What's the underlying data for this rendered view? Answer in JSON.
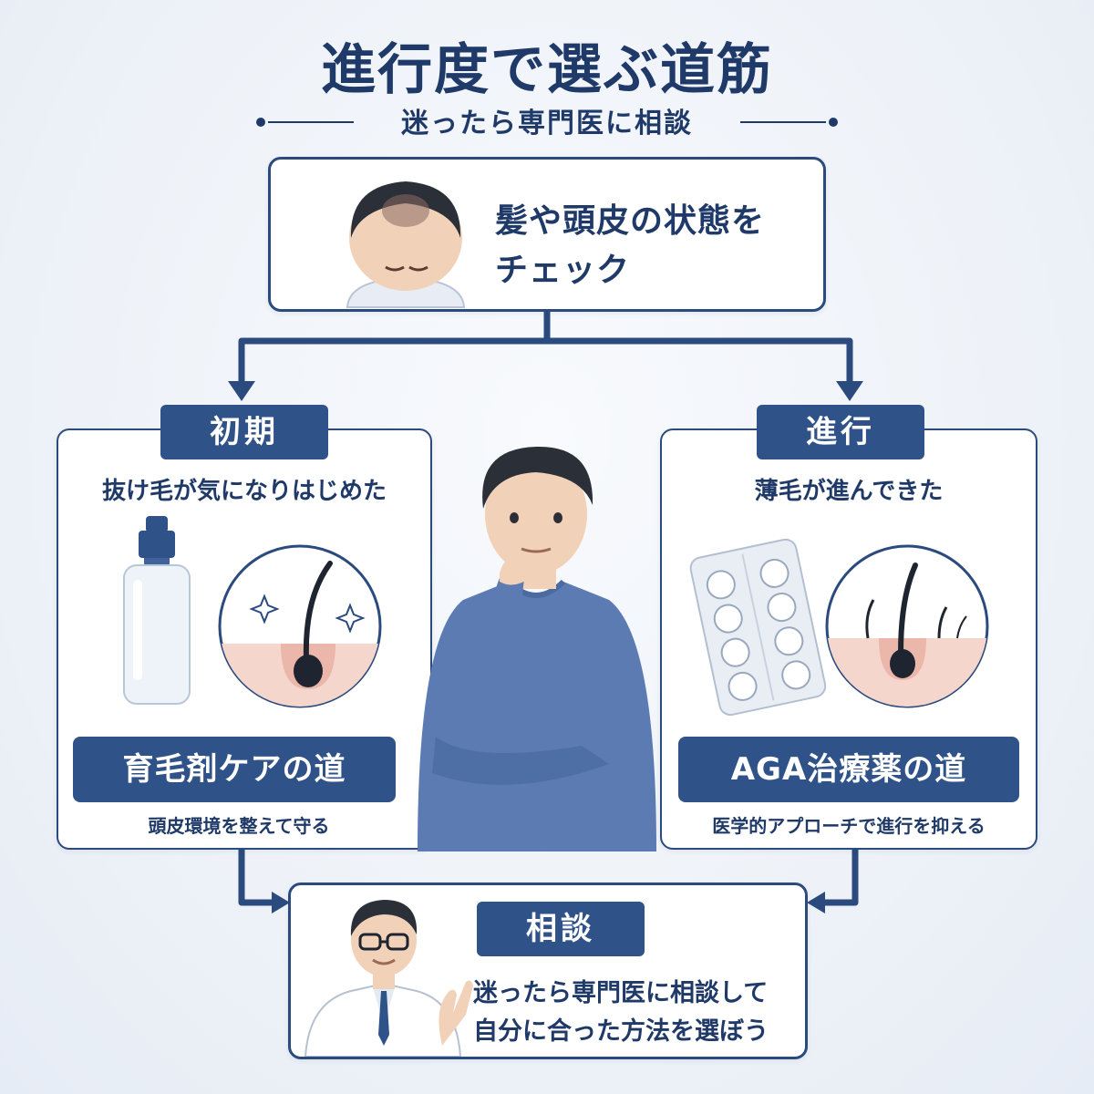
{
  "title": "進行度で選ぶ道筋",
  "subtitle": "迷ったら専門医に相談",
  "check": {
    "line1": "髪や頭皮の状態を",
    "line2": "チェック"
  },
  "early": {
    "tag": "初期",
    "desc": "抜け毛が気になりはじめた",
    "path_label": "育毛剤ケアの道",
    "path_caption": "頭皮環境を整えて守る"
  },
  "advanced": {
    "tag": "進行",
    "desc": "薄毛が進んできた",
    "path_label": "AGA治療薬の道",
    "path_caption": "医学的アプローチで進行を抑える"
  },
  "consult": {
    "tag": "相談",
    "line1": "迷ったら専門医に相談して",
    "line2": "自分に合った方法を選ぼう"
  },
  "colors": {
    "navy": "#1f3a68",
    "accent": "#2f5289",
    "background": "#eef2f8"
  }
}
